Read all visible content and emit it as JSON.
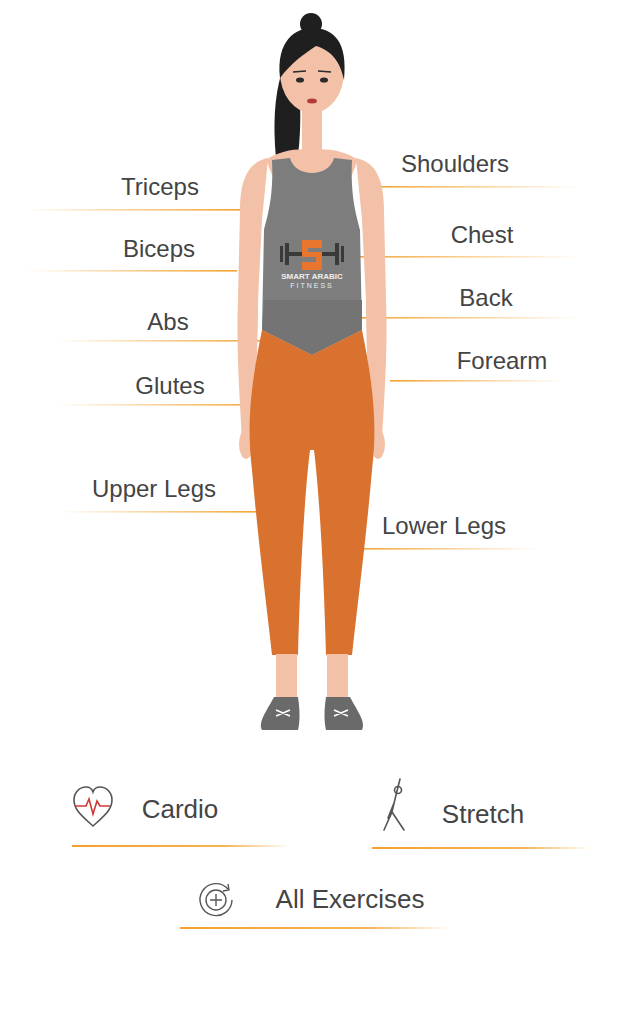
{
  "diagram": {
    "labels": [
      "Shoulders",
      "Triceps",
      "Chest",
      "Biceps",
      "Back",
      "SMART ARABIC",
      "FITNESS",
      "Abs",
      "Forearm",
      "Glutes",
      "Upper Legs",
      "Lower Legs",
      "Cardio",
      "Stretch",
      "All Exercises"
    ]
  }
}
